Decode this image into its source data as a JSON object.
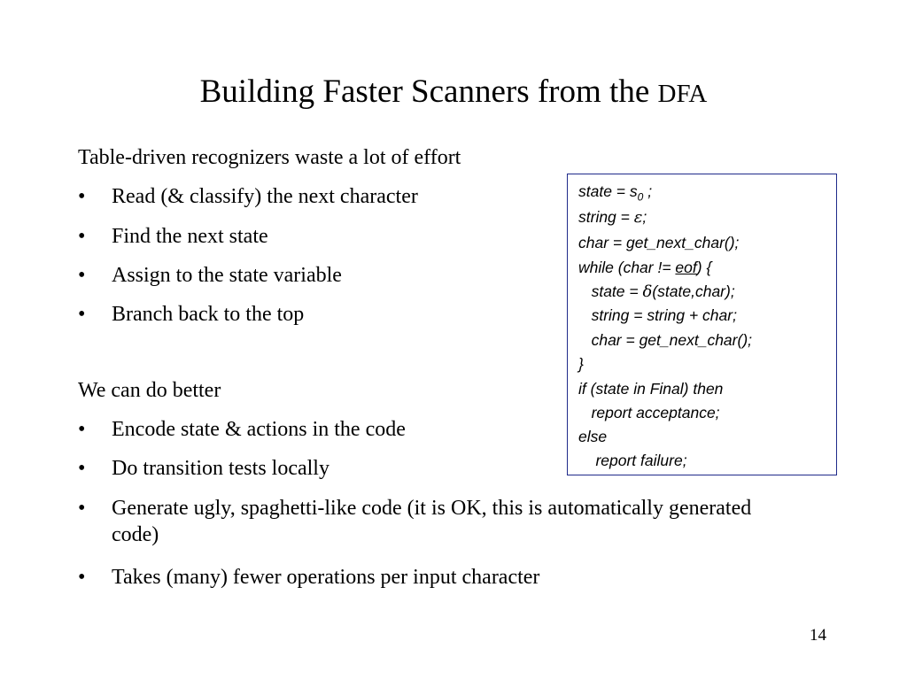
{
  "slide": {
    "title_main": "Building Faster Scanners from the ",
    "title_tail": "DFA",
    "page_number": "14"
  },
  "section1": {
    "heading": "Table-driven recognizers waste a lot of effort",
    "bullets": [
      "Read (& classify) the next character",
      "Find the next state",
      "Assign to the state variable",
      "Branch back to the top"
    ]
  },
  "section2": {
    "heading": "We can do better",
    "bullets": [
      "Encode state & actions in the code",
      "Do transition tests locally",
      "Generate ugly, spaghetti-like code (it is OK, this is automatically generated code)",
      "Takes (many) fewer operations per input character"
    ]
  },
  "code": {
    "line1_pre": "state = s",
    "line1_sub": "0",
    "line1_post": " ;",
    "line2_pre": "string = ",
    "line2_sym": "ε",
    "line2_post": ";",
    "line3": "char  = get_next_char();",
    "line4_pre": "while (char != ",
    "line4_u": "eof",
    "line4_post": ") {",
    "line5_pre": "   state = ",
    "line5_sym": "δ",
    "line5_post": "(state,char);",
    "line6": "   string = string + char;",
    "line7": "   char = get_next_char();",
    "line8": "}",
    "line9": "if  (state in Final) then",
    "line10": "   report acceptance;",
    "line11": "else",
    "line12": "    report failure;"
  }
}
